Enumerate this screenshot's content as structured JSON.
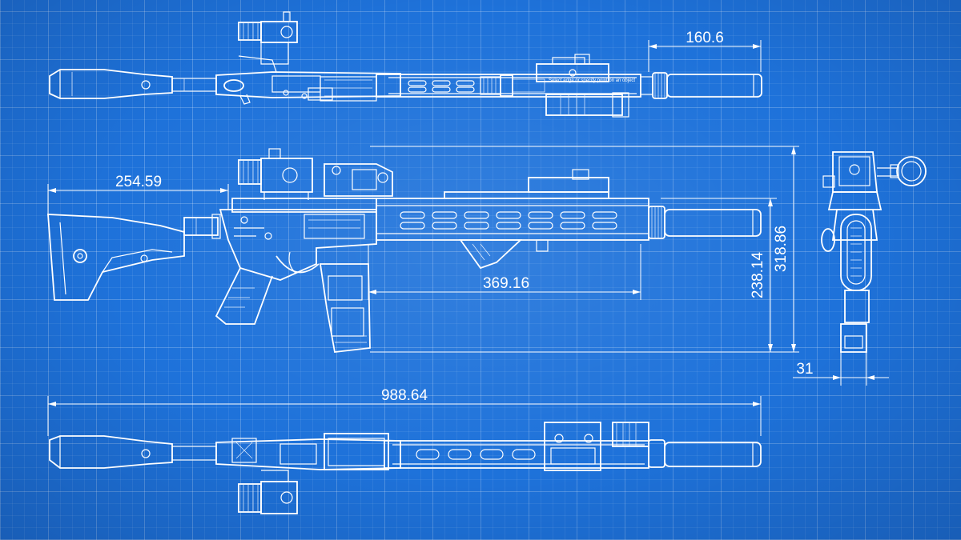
{
  "dimensions": {
    "suppressor_length": "160.6",
    "stock_length": "254.59",
    "handguard_length": "369.16",
    "height_receiver": "238.14",
    "height_overall": "318.86",
    "grip_width": "31",
    "overall_length": "988.64"
  },
  "cad_tooltip": "Select edge or specify point on an object",
  "colors": {
    "background": "#1e72da",
    "lines": "#ffffff"
  }
}
